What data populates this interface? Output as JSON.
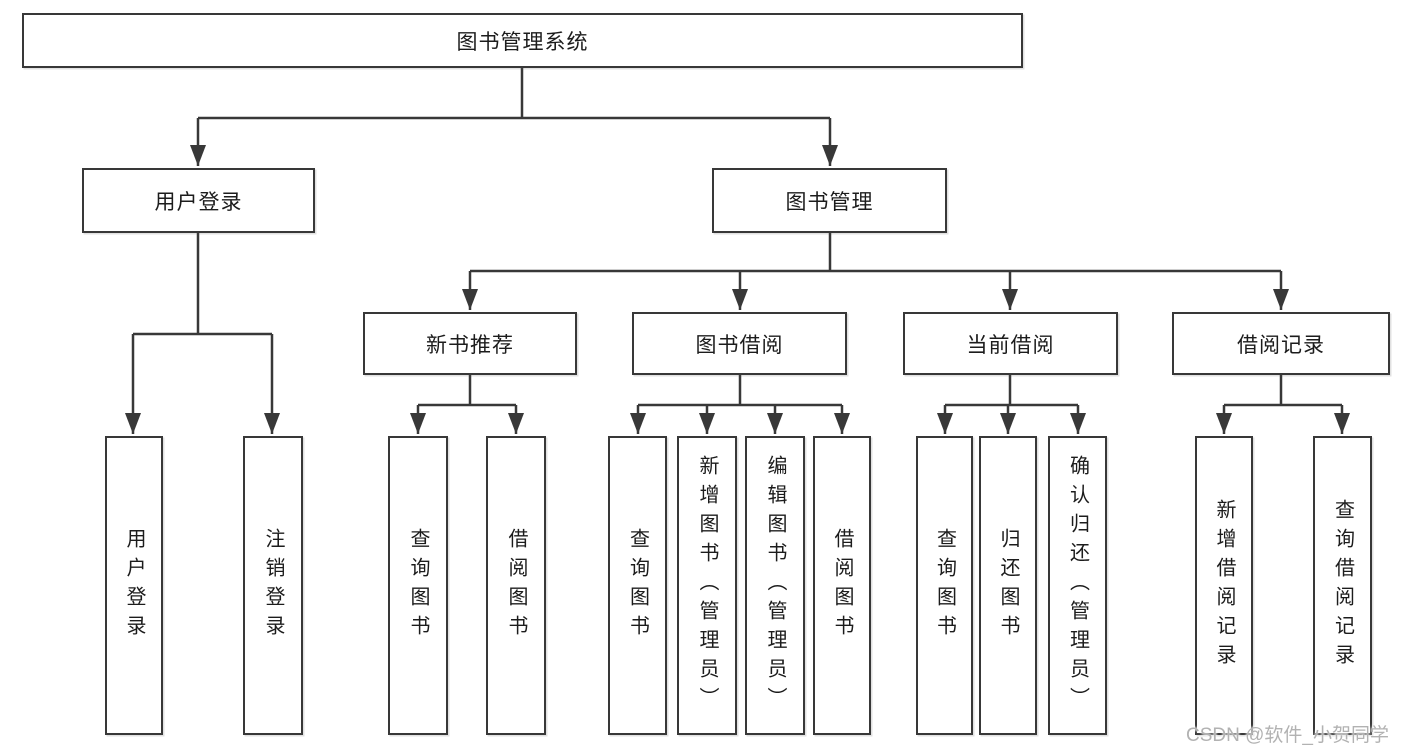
{
  "nodes": {
    "root": {
      "label": "图书管理系统"
    },
    "user_login": {
      "label": "用户登录"
    },
    "book_management": {
      "label": "图书管理"
    },
    "new_book_recommend": {
      "label": "新书推荐"
    },
    "book_borrowing": {
      "label": "图书借阅"
    },
    "current_borrowing": {
      "label": "当前借阅"
    },
    "borrowing_records": {
      "label": "借阅记录"
    },
    "leaf_user_login": {
      "label": "用户登录"
    },
    "leaf_logout": {
      "label": "注销登录"
    },
    "nbr_query_books": {
      "label": "查询图书"
    },
    "nbr_borrow_books": {
      "label": "借阅图书"
    },
    "bb_query_books": {
      "label": "查询图书"
    },
    "bb_add_books_admin": {
      "label": "新增图书（管理员）"
    },
    "bb_edit_books_admin": {
      "label": "编辑图书（管理员）"
    },
    "bb_borrow_books": {
      "label": "借阅图书"
    },
    "cb_query_books": {
      "label": "查询图书"
    },
    "cb_return_books": {
      "label": "归还图书"
    },
    "cb_confirm_return_admin": {
      "label": "确认归还（管理员）"
    },
    "br_add_record": {
      "label": "新增借阅记录"
    },
    "br_query_record": {
      "label": "查询借阅记录"
    }
  },
  "watermark": {
    "text": "CSDN @软件_小贺同学"
  },
  "colors": {
    "line": "#383838",
    "box_border": "#383838",
    "text": "#1c1c1c",
    "watermark": "#b2b2b2",
    "background": "#ffffff"
  }
}
